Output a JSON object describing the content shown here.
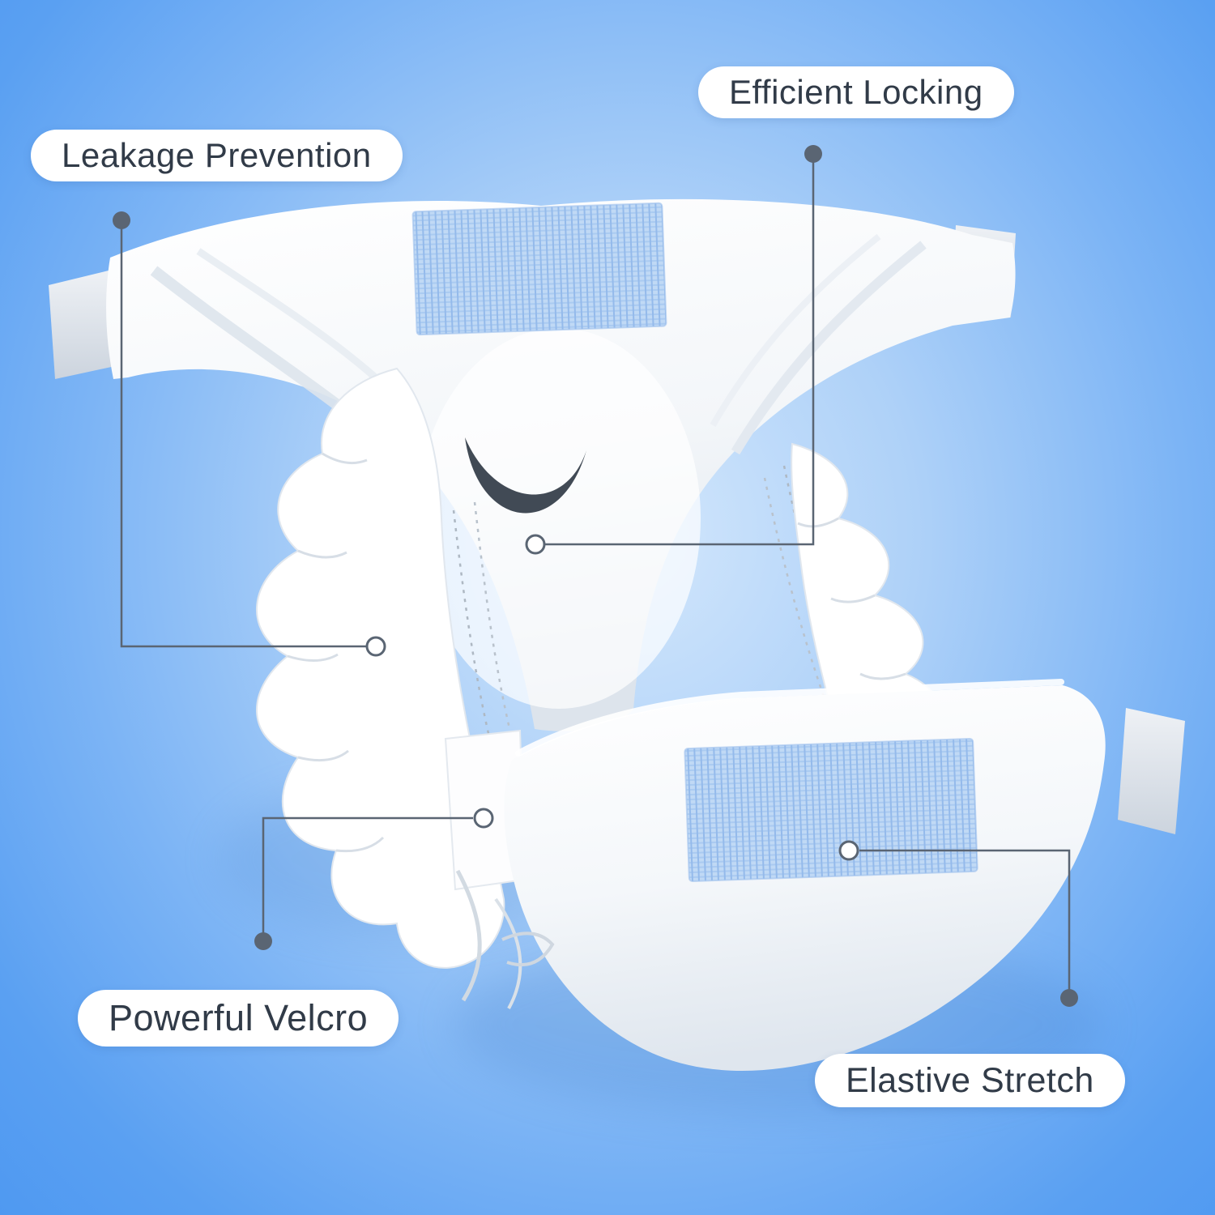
{
  "scene": {
    "subject": "disposable diaper product feature diagram",
    "background_center_color": "#d3e7fc",
    "background_edge_color": "#4f99f1",
    "velcro_patch_color": "#bdd7f5",
    "callout_line_color": "#5a6573",
    "label_text_color": "#313b48",
    "label_background_color": "#ffffff"
  },
  "features": [
    {
      "label": "Leakage Prevention"
    },
    {
      "label": "Efficient Locking"
    },
    {
      "label": "Powerful Velcro"
    },
    {
      "label": "Elastive Stretch"
    }
  ]
}
